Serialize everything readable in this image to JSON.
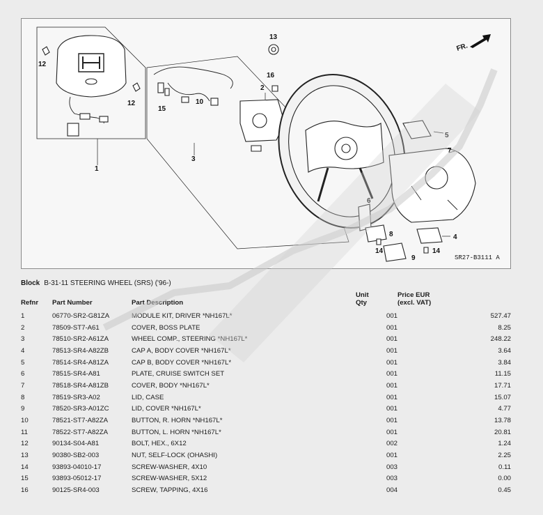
{
  "diagram": {
    "code": "SR27-B3111 A",
    "front_marker": "FR.",
    "callouts": [
      "1",
      "2",
      "3",
      "4",
      "5",
      "6",
      "7",
      "8",
      "9",
      "10",
      "12",
      "12",
      "13",
      "14",
      "14",
      "15",
      "16"
    ]
  },
  "block": {
    "label": "Block",
    "title": "B-31-11 STEERING WHEEL (SRS) ('96-)"
  },
  "table": {
    "headers": {
      "refnr": "Refnr",
      "part_number": "Part Number",
      "description": "Part Description",
      "unit_qty": "Unit Qty",
      "price_line1": "Price EUR",
      "price_line2": "(excl. VAT)"
    },
    "rows": [
      {
        "ref": "1",
        "pn": "06770-SR2-G81ZA",
        "desc": "MODULE KIT, DRIVER *NH167L*",
        "qty": "001",
        "price": "527.47"
      },
      {
        "ref": "2",
        "pn": "78509-ST7-A61",
        "desc": "COVER, BOSS PLATE",
        "qty": "001",
        "price": "8.25"
      },
      {
        "ref": "3",
        "pn": "78510-SR2-A61ZA",
        "desc": "WHEEL COMP., STEERING *NH167L*",
        "qty": "001",
        "price": "248.22"
      },
      {
        "ref": "4",
        "pn": "78513-SR4-A82ZB",
        "desc": "CAP A, BODY COVER *NH167L*",
        "qty": "001",
        "price": "3.64"
      },
      {
        "ref": "5",
        "pn": "78514-SR4-A81ZA",
        "desc": "CAP B, BODY COVER *NH167L*",
        "qty": "001",
        "price": "3.84"
      },
      {
        "ref": "6",
        "pn": "78515-SR4-A81",
        "desc": "PLATE, CRUISE SWITCH SET",
        "qty": "001",
        "price": "11.15"
      },
      {
        "ref": "7",
        "pn": "78518-SR4-A81ZB",
        "desc": "COVER, BODY *NH167L*",
        "qty": "001",
        "price": "17.71"
      },
      {
        "ref": "8",
        "pn": "78519-SR3-A02",
        "desc": "LID, CASE",
        "qty": "001",
        "price": "15.07"
      },
      {
        "ref": "9",
        "pn": "78520-SR3-A01ZC",
        "desc": "LID, COVER *NH167L*",
        "qty": "001",
        "price": "4.77"
      },
      {
        "ref": "10",
        "pn": "78521-ST7-A82ZA",
        "desc": "BUTTON, R. HORN *NH167L*",
        "qty": "001",
        "price": "13.78"
      },
      {
        "ref": "11",
        "pn": "78522-ST7-A82ZA",
        "desc": "BUTTON, L. HORN *NH167L*",
        "qty": "001",
        "price": "20.81"
      },
      {
        "ref": "12",
        "pn": "90134-S04-A81",
        "desc": "BOLT, HEX., 6X12",
        "qty": "002",
        "price": "1.24"
      },
      {
        "ref": "13",
        "pn": "90380-SB2-003",
        "desc": "NUT, SELF-LOCK (OHASHI)",
        "qty": "001",
        "price": "2.25"
      },
      {
        "ref": "14",
        "pn": "93893-04010-17",
        "desc": "SCREW-WASHER, 4X10",
        "qty": "003",
        "price": "0.11"
      },
      {
        "ref": "15",
        "pn": "93893-05012-17",
        "desc": "SCREW-WASHER, 5X12",
        "qty": "003",
        "price": "0.00"
      },
      {
        "ref": "16",
        "pn": "90125-SR4-003",
        "desc": "SCREW, TAPPING, 4X16",
        "qty": "004",
        "price": "0.45"
      }
    ]
  }
}
